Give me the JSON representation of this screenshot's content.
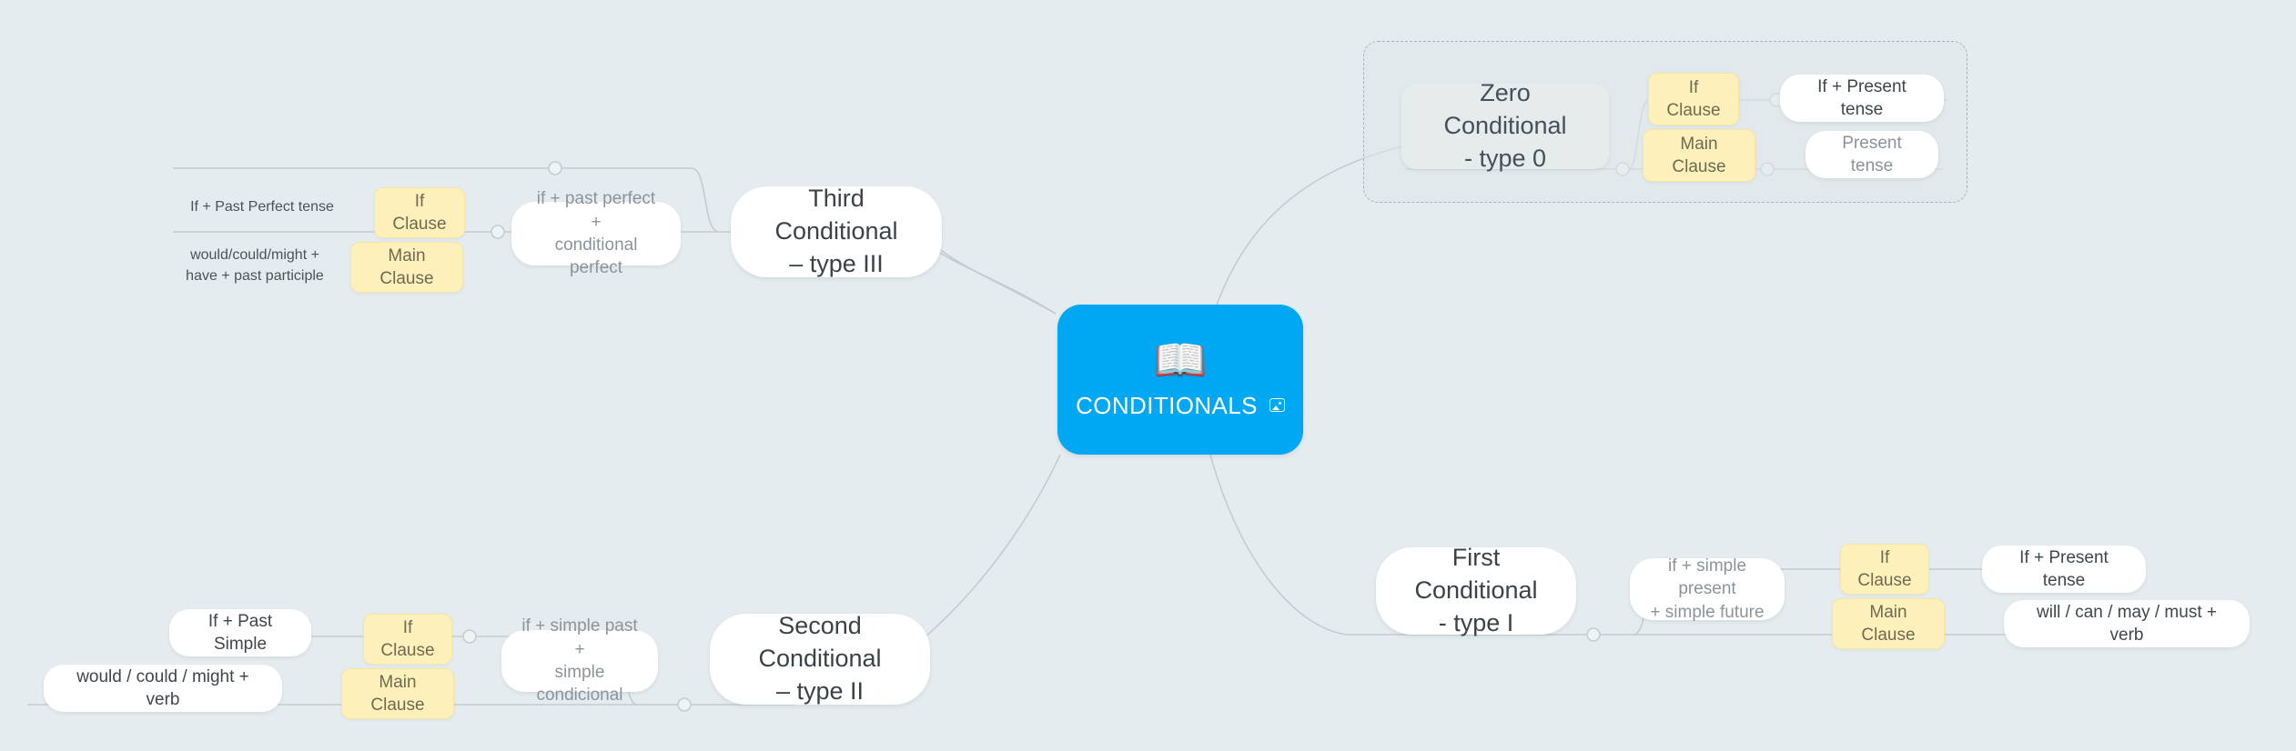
{
  "canvas": {
    "background": "#e5ecef",
    "edge_color": "#c3ccd1",
    "accent": "#00a8f3",
    "clause_fill": "#fdf0bb",
    "clause_border": "#f6e6a6"
  },
  "root": {
    "emoji": "📖",
    "label": "CONDITIONALS",
    "badge_icon": "image-icon"
  },
  "branches": {
    "zero": {
      "title": "Zero Conditional\n- type 0",
      "clauses": [
        {
          "clause": "If Clause",
          "leaf": "If + Present tense"
        },
        {
          "clause": "Main Clause",
          "leaf": "Present tense"
        }
      ]
    },
    "first": {
      "title": "First Conditional\n- type I",
      "formula": "if + simple present\n+ simple future",
      "clauses": [
        {
          "clause": "If Clause",
          "leaf": "If + Present tense"
        },
        {
          "clause": "Main Clause",
          "leaf": "will / can / may / must + verb"
        }
      ]
    },
    "second": {
      "title": "Second Conditional\n– type II",
      "formula": "if + simple past +\nsimple condicional",
      "clauses": [
        {
          "clause": "If Clause",
          "leaf": "If + Past Simple"
        },
        {
          "clause": "Main Clause",
          "leaf": "would / could / might + verb"
        }
      ]
    },
    "third": {
      "title": "Third Conditional\n– type III",
      "formula": "if + past perfect +\nconditional perfect",
      "clauses": [
        {
          "clause": "If Clause",
          "leaf": "If + Past Perfect tense"
        },
        {
          "clause": "Main Clause",
          "leaf": "would/could/might +\nhave + past participle"
        }
      ]
    }
  }
}
